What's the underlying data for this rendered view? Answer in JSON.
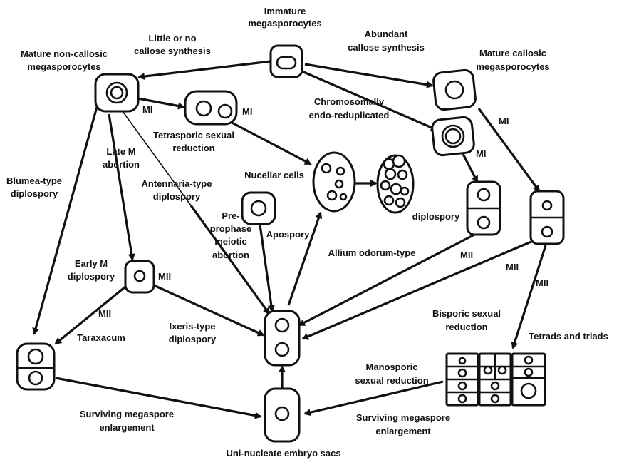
{
  "labels": {
    "immature": [
      "Immature",
      "megasporocytes"
    ],
    "little_callose": [
      "Little or no",
      "callose synthesis"
    ],
    "abundant_callose": [
      "Abundant",
      "callose synthesis"
    ],
    "mature_noncallosic": [
      "Mature non-callosic",
      "megasporocytes"
    ],
    "mature_callosic": [
      "Mature callosic",
      "megasporocytes"
    ],
    "chromosomally": [
      "Chromosomally",
      "endo-reduplicated"
    ],
    "tetrasporic": [
      "Tetrasporic sexual",
      "reduction"
    ],
    "late_m": [
      "Late M",
      "abortion"
    ],
    "blumea": [
      "Blumea-type",
      "diplospory"
    ],
    "antennaria": [
      "Antennaria-type",
      "diplospory"
    ],
    "nucellar": "Nucellar cells",
    "preprophase": [
      "Pre-",
      "prophase",
      "meiotic",
      "abortion"
    ],
    "apospory": "Apospory",
    "diplospory": "diplospory",
    "allium": "Allium odorum-type",
    "early_m": [
      "Early M",
      "diplospory"
    ],
    "taraxacum": "Taraxacum",
    "ixeris": [
      "Ixeris-type",
      "diplospory"
    ],
    "bisporic": [
      "Bisporic sexual",
      "reduction"
    ],
    "tetrads": "Tetrads and triads",
    "manosporic": [
      "Manosporic",
      "sexual reduction"
    ],
    "surviving_left": [
      "Surviving megaspore",
      "enlargement"
    ],
    "surviving_right": [
      "Surviving megaspore",
      "enlargement"
    ],
    "uni_nucleate": "Uni-nucleate embryo sacs"
  },
  "stage_labels": {
    "mi_1": "MI",
    "mi_2": "MI",
    "mi_3": "MI",
    "mi_4": "MI",
    "mii_1": "MII",
    "mii_2": "MII",
    "mii_3": "MII",
    "mii_4": "MII",
    "mii_5": "MII"
  }
}
